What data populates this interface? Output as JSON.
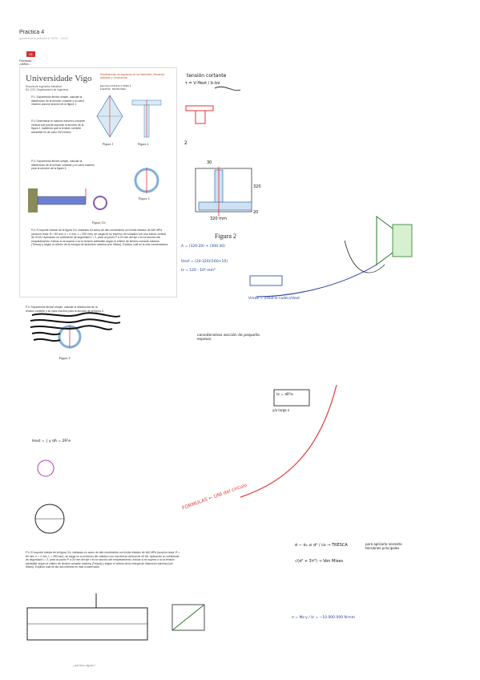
{
  "header": {
    "title": "Practica 4",
    "subtitle": "ganaremos la práctica al 100% · 1/1/23",
    "badge": "C1",
    "owner_lines": [
      "Frenando",
      "¿aMisc..."
    ]
  },
  "document": {
    "university": "Universidade Vigo",
    "school_lines": [
      "Escuela de Ingeniería Industrial",
      "Ed. ICEI, Departamento de Ingeniería"
    ],
    "dept_lines": [
      "Departamento de Ingeniería de los Materiales, Mecánica",
      "Aplicada y Construcción"
    ],
    "header_lines": [
      "Ejercicios Práctica 4 TEMA 5",
      "FLEXIÓN. TENSIONES."
    ],
    "p1": "P.1: Suponiendo flexión simple, calcular la distribución de la tensión cortante y su valor máximo para la sección de la figura 1.",
    "p2": "P.2: Determinar el máximo esfuerzo cortante vertical que puede soportar la sección de la figura 2, sabiendo que la tensión cortante admisible es de valor 150 N/mm².",
    "fig1": "Figura 1",
    "fig2": "Figura 2",
    "p3": "P.3: Suponiendo flexión simple, calcular la distribución de la tensión cortante y su valor máximo para la sección de la figura 3.",
    "fig3": "Figura 3",
    "fig4": "Figura 3.b",
    "p4": "P.4: El soporte tubular de la figura 3.b, realizado en acero de alto rendimiento con límite elástico de 640 MPa (sección recta: R = 80 mm, e = 4 mm, L = 250 mm), se carga en su extremo del voladizo con una fuerza vertical de 40 kN. Aplicando un coeficiente de seguridad n = 2, para un punto P a 20 mm del eje z en la sección del empotramiento: Indicar si se supera o no la tensión admisible según el criterio de tensión cortante máxima (Tresca) y según el criterio de la energía de distorsión máxima (von Mises). Explicar cuál es la más conservadora."
  },
  "lower_doc": {
    "p3": "P.3: Suponiendo flexión simple, calcular la distribución de la tensión cortante y su valor máximo para la sección de la figura 3.",
    "fig3": "Figura 3",
    "p4": "P.4: El soporte tubular de la figura 3.b, realizado en acero de alto rendimiento con límite elástico de 640 MPa (sección recta: R = 80 mm, e = 4 mm, L = 250 mm), se carga en su extremo del voladizo con una fuerza vertical de 40 kN. Aplicando un coeficiente de seguridad n = 2, para un punto P a 20 mm del eje z en la sección del empotramiento. Indicar si se supera o no la tensión admisible según el criterio de tensión cortante máxima (Tresca) y según el criterio de la energía de distorsión máxima (von Mises). Explicar cuál de las dos criterios es más conservador."
  },
  "notes": {
    "n_title": "tensión cortante",
    "n_formula": "τ = V·Hext / b·Izz",
    "n_circled": "2",
    "n_dims": [
      "30",
      "320",
      "20",
      "320 mm"
    ],
    "n_figura2": "Figura 2",
    "n_A": "A = (320·20) + (300·30)",
    "n_Hext": "Hext = (20·320)(160+10)",
    "n_I": "Iz = 120 · 10⁶ mm⁴",
    "n_V": "Vmáx = (Hext·b·τadm)/Hext",
    "n_hand_mid": "consideramos sección de pequeño espesor",
    "n_Iz": "Iz = πR³e",
    "n_ylarga": "y/o larga z",
    "n_hext2": "Hext = ∫ y dA = 2R²e",
    "n_formulas": "FORMULAS ← UNI del circulo",
    "n_tresca": "σ − σ₂ ≤ σᵉ / cs → TRESCA",
    "n_vonmises": "√(σ² + 3τ²) → Von Mises",
    "n_sigma": "σ = Mz·y / Iz = −10.000.000 N·mm",
    "n_criteria": "para aplicarlo necesito tensiones principales"
  },
  "footer": "¿qué tiene alguien?"
}
